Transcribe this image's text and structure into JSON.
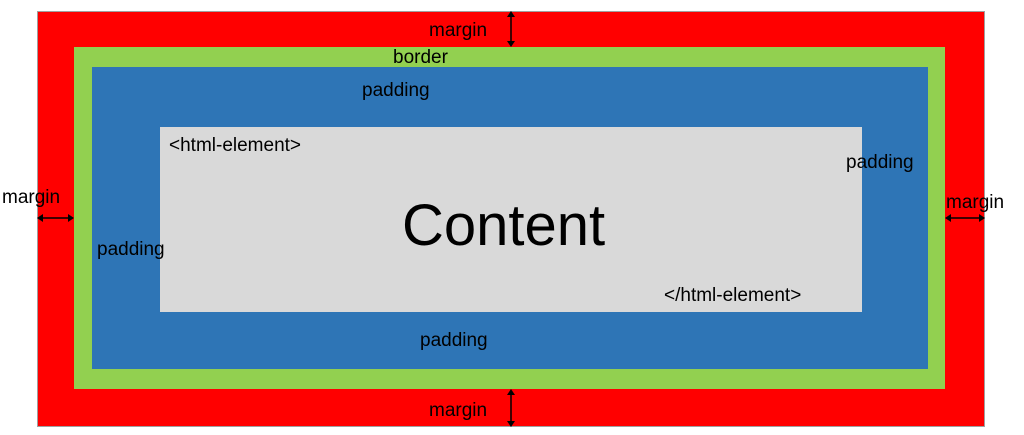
{
  "colors": {
    "margin": "#ff0000",
    "border": "#92d050",
    "padding": "#2e75b6",
    "content": "#d9d9d9",
    "text": "#000000"
  },
  "labels": {
    "margin_top": "margin",
    "margin_bottom": "margin",
    "margin_left": "margin",
    "margin_right": "margin",
    "border": "border",
    "padding_top": "padding",
    "padding_bottom": "padding",
    "padding_left": "padding",
    "padding_right": "padding",
    "open_tag": "<html-element>",
    "close_tag": "</html-element>",
    "content": "Content"
  },
  "icons": {
    "margin_arrow": "double-headed-arrow"
  }
}
